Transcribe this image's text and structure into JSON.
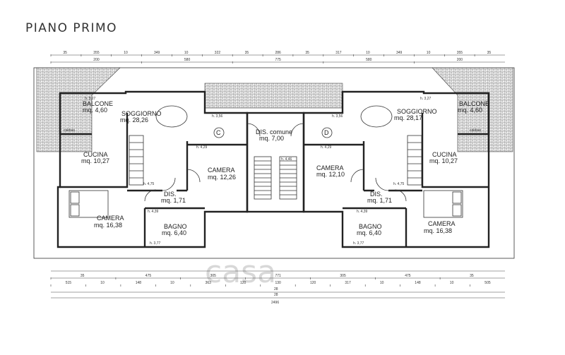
{
  "title": "PIANO PRIMO",
  "watermark": "casa",
  "rooms": {
    "balcone_l": {
      "name": "BALCONE",
      "area": "mq. 4,60"
    },
    "soggiorno_l": {
      "name": "SOGGIORNO",
      "area": "mq. 28,26"
    },
    "cucina_l": {
      "name": "CUCINA",
      "area": "mq. 10,27"
    },
    "camera_l2": {
      "name": "CAMERA",
      "area": "mq. 12,26"
    },
    "dis_l": {
      "name": "DIS.",
      "area": "mq. 1,71"
    },
    "camera_l1": {
      "name": "CAMERA",
      "area": "mq. 16,38"
    },
    "bagno_l": {
      "name": "BAGNO",
      "area": "mq. 6,40"
    },
    "dis_comune": {
      "name": "DIS. comune",
      "area": "mq. 7,00"
    },
    "camera_r2": {
      "name": "CAMERA",
      "area": "mq. 12,10"
    },
    "dis_r": {
      "name": "DIS.",
      "area": "mq. 1,71"
    },
    "bagno_r": {
      "name": "BAGNO",
      "area": "mq. 6,40"
    },
    "camera_r1": {
      "name": "CAMERA",
      "area": "mq. 16,38"
    },
    "cucina_r": {
      "name": "CUCINA",
      "area": "mq. 10,27"
    },
    "soggiorno_r": {
      "name": "SOGGIORNO",
      "area": "mq. 28,17"
    },
    "balcone_r": {
      "name": "BALCONE",
      "area": "mq. 4,60"
    }
  },
  "unit_letters": {
    "left": "C",
    "right": "D"
  },
  "heights": {
    "h327": "h. 3,27",
    "h356": "h. 3,56",
    "h429": "h. 4,29",
    "h475": "h. 4,75",
    "h439": "h. 4,39",
    "h377": "h. 3,77",
    "h446": "h. 4,46"
  },
  "caldaia": "caldaia",
  "dims_top_1": [
    "35",
    "355",
    "10",
    "349",
    "10",
    "322",
    "35",
    "286",
    "35",
    "317",
    "10",
    "349",
    "10",
    "355",
    "35"
  ],
  "dims_top_2": [
    "200",
    "580",
    "775",
    "580",
    "200"
  ],
  "dims_bottom_1": [
    "35",
    "475",
    "305",
    "771",
    "305",
    "475",
    "35"
  ],
  "dims_bottom_2": [
    "515",
    "10",
    "148",
    "10",
    "363",
    "120",
    "130",
    "120",
    "317",
    "10",
    "148",
    "10",
    "505"
  ],
  "dims_total": "2496",
  "dims_small": [
    "28",
    "28"
  ]
}
